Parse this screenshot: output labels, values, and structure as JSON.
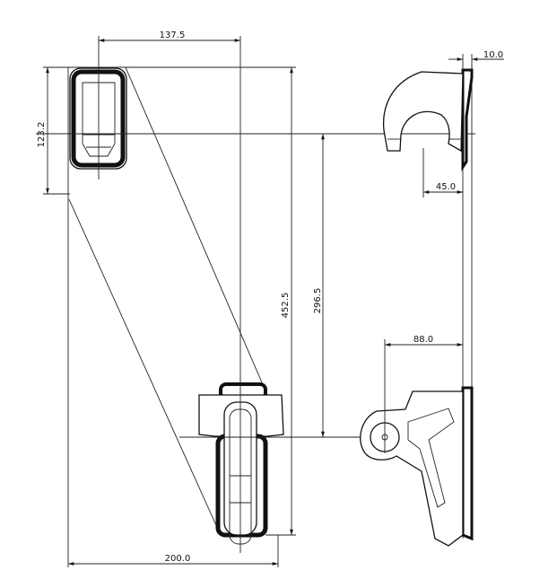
{
  "dimensions": {
    "top_width": "137.5",
    "top_height": "123.2",
    "total_height": "452.5",
    "mid_height": "296.5",
    "bottom_width": "200.0",
    "side_offset": "88.0",
    "side_thickness": "10.0",
    "side_depth": "45.0"
  }
}
